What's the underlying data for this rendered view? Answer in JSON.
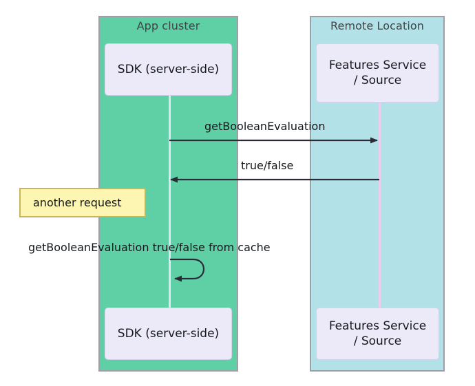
{
  "diagram": {
    "type": "sequence-diagram",
    "background": "#ffffff",
    "groups": [
      {
        "id": "app-cluster",
        "title": "App cluster",
        "color": "#5fcfa6",
        "border_color": "#9aa0a6"
      },
      {
        "id": "remote-location",
        "title": "Remote Location",
        "color": "#b2e2e8",
        "border_color": "#9aa0a6"
      }
    ],
    "participants": [
      {
        "id": "sdk-top",
        "label": "SDK (server-side)",
        "group": "app-cluster",
        "position": "top",
        "fill": "#eceaf8"
      },
      {
        "id": "features-top",
        "label": "Features Service\n/ Source",
        "group": "remote-location",
        "position": "top",
        "fill": "#eceaf8"
      },
      {
        "id": "sdk-bottom",
        "label": "SDK (server-side)",
        "group": "app-cluster",
        "position": "bottom",
        "fill": "#eceaf8"
      },
      {
        "id": "features-bottom",
        "label": "Features Service\n/ Source",
        "group": "remote-location",
        "position": "bottom",
        "fill": "#eceaf8"
      }
    ],
    "lifelines": [
      {
        "id": "lifeline-sdk",
        "color": "#e6e2f4"
      },
      {
        "id": "lifeline-features",
        "color": "#eccdf0"
      }
    ],
    "messages": [
      {
        "id": "msg-request",
        "label": "getBooleanEvaluation",
        "from": "sdk",
        "to": "features",
        "direction": "right",
        "style": "solid",
        "color": "#2b2b35"
      },
      {
        "id": "msg-response",
        "label": "true/false",
        "from": "features",
        "to": "sdk",
        "direction": "left",
        "style": "solid",
        "color": "#2b2b35"
      },
      {
        "id": "msg-self-cache",
        "label": "getBooleanEvaluation true/false from cache",
        "from": "sdk",
        "to": "sdk",
        "direction": "self-loop",
        "style": "solid",
        "color": "#2b2b35"
      }
    ],
    "notes": [
      {
        "id": "note-another-request",
        "text": "another request",
        "fill": "#fdf6b2",
        "border_color": "#c9b458"
      }
    ]
  }
}
